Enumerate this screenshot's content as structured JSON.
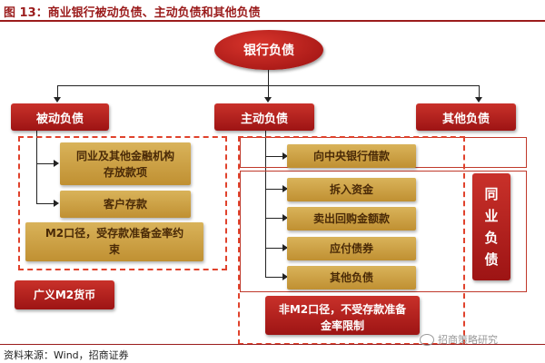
{
  "title": "图 13：商业银行被动负债、主动负债和其他负债",
  "root": "银行负债",
  "categories": {
    "passive": "被动负债",
    "active": "主动负债",
    "other": "其他负债"
  },
  "passive_items": {
    "interbank": "同业及其他金融机构存放款项",
    "customer": "客户存款",
    "m2_note": "M2口径，受存款准备金率约束"
  },
  "broad_m2": "广义M2货币",
  "active_items": {
    "central_bank": "向中央银行借款",
    "borrowing": "拆入资金",
    "repo": "卖出回购金额款",
    "bonds": "应付债券",
    "other": "其他负债"
  },
  "non_m2_note": "非M2口径，不受存款准备金率限制",
  "interbank_liability": "同业负债",
  "source": "资料来源：Wind，招商证券",
  "watermark": "招商策略研究"
}
